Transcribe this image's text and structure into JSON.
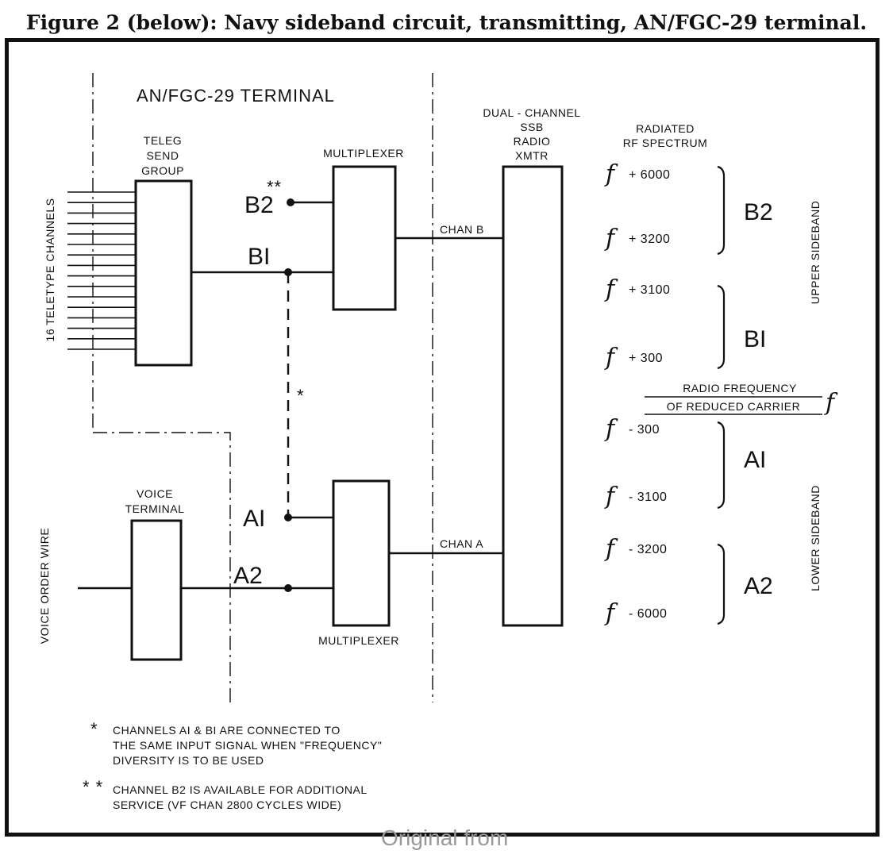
{
  "caption": "Figure 2 (below): Navy sideband circuit, transmitting, AN/FGC-29 terminal.",
  "diagram": {
    "terminal_title": "AN/FGC-29 TERMINAL",
    "teleg_send_group": [
      "TELEG",
      "SEND",
      "GROUP"
    ],
    "teletype_channels": "16 TELETYPE CHANNELS",
    "voice_order_wire": "VOICE ORDER WIRE",
    "voice_terminal": [
      "VOICE",
      "TERMINAL"
    ],
    "multiplexer_top": "MULTIPLEXER",
    "multiplexer_bottom": "MULTIPLEXER",
    "xmtr": [
      "DUAL - CHANNEL",
      "SSB",
      "RADIO",
      "XMTR"
    ],
    "chan_b": "CHAN B",
    "chan_a": "CHAN A",
    "b2": "B2",
    "b2_mark": "**",
    "b1": "BI",
    "a1": "AI",
    "a2": "A2",
    "dashed_mark": "*",
    "spectrum_header": [
      "RADIATED",
      "RF SPECTRUM"
    ],
    "f": "f",
    "freqs": {
      "b2_top": "+ 6000",
      "b2_bottom": "+ 3200",
      "b1_top": "+ 3100",
      "b1_bottom": "+ 300",
      "a1_top": "- 300",
      "a1_bottom": "- 3100",
      "a2_top": "- 3200",
      "a2_bottom": "- 6000"
    },
    "band_labels": {
      "b2": "B2",
      "b1": "BI",
      "a1": "AI",
      "a2": "A2"
    },
    "carrier": [
      "RADIO FREQUENCY",
      "OF REDUCED CARRIER"
    ],
    "upper_sideband": "UPPER SIDEBAND",
    "lower_sideband": "LOWER SIDEBAND"
  },
  "notes": [
    {
      "mark": "*",
      "lines": [
        "CHANNELS AI & BI ARE CONNECTED TO",
        "THE SAME INPUT SIGNAL WHEN \"FREQUENCY\"",
        "DIVERSITY IS TO BE USED"
      ]
    },
    {
      "mark": "* *",
      "lines": [
        "CHANNEL B2 IS AVAILABLE FOR ADDITIONAL",
        "SERVICE (VF CHAN 2800 CYCLES WIDE)"
      ]
    }
  ],
  "watermark": "Original from"
}
